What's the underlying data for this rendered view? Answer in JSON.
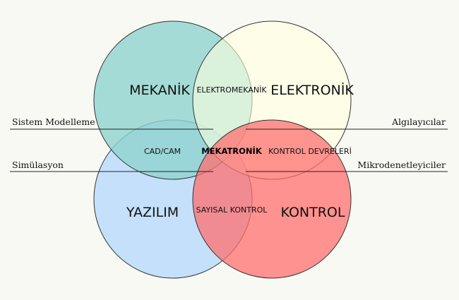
{
  "circles": [
    {
      "id": "mekanik",
      "label": "MEKANİK",
      "color": "#8fd3d0"
    },
    {
      "id": "elektronik",
      "label": "ELEKTRONİK",
      "color": "#ffffdf"
    },
    {
      "id": "yazilim",
      "label": "YAZILIM",
      "color": "#bcdcfb"
    },
    {
      "id": "kontrol",
      "label": "KONTROL",
      "color": "#ff6f6f"
    }
  ],
  "overlaps": {
    "elektromekanik": "ELEKTROMEKANİK",
    "cad_cam": "CAD/CAM",
    "mekatronik": "MEKATRONİK",
    "kontrol_devreleri": "KONTROL DEVRELERİ",
    "sayisal_kontrol": "SAYISAL KONTROL"
  },
  "side_labels": {
    "left_top": "Sistem Modelleme",
    "left_bottom": "Simülasyon",
    "right_top": "Algılayıcılar",
    "right_bottom": "Mikrodenetleyiciler"
  }
}
